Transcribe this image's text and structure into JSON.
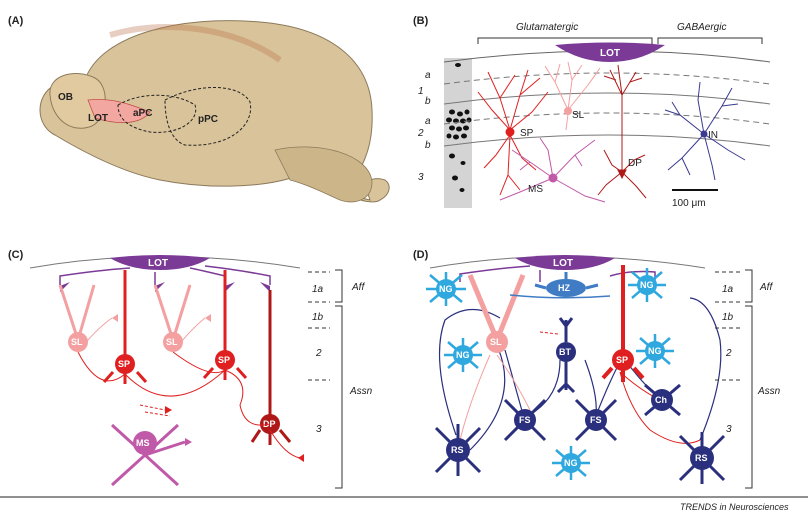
{
  "panels": {
    "a": {
      "label": "(A)",
      "regions": {
        "ob": "OB",
        "lot": "LOT",
        "apc": "aPC",
        "ppc": "pPC"
      }
    },
    "b": {
      "label": "(B)",
      "groups": {
        "glut": "Glutamatergic",
        "gaba": "GABAergic"
      },
      "lot": "LOT",
      "layers": {
        "l1a": "a",
        "l1": "1",
        "l1b": "b",
        "l2a": "a",
        "l2": "2",
        "l2b": "b",
        "l3": "3"
      },
      "cells": {
        "sp": "SP",
        "sl": "SL",
        "dp": "DP",
        "ms": "MS",
        "in": "IN"
      },
      "scalebar": "100 μm"
    },
    "c": {
      "label": "(C)",
      "lot": "LOT",
      "layers": {
        "l1a": "1a",
        "l1b": "1b",
        "l2": "2",
        "l3": "3"
      },
      "groups": {
        "aff": "Aff",
        "assn": "Assn"
      },
      "cells": {
        "sl1": "SL",
        "sp1": "SP",
        "sl2": "SL",
        "sp2": "SP",
        "dp": "DP",
        "ms": "MS"
      }
    },
    "d": {
      "label": "(D)",
      "lot": "LOT",
      "layers": {
        "l1a": "1a",
        "l1b": "1b",
        "l2": "2",
        "l3": "3"
      },
      "groups": {
        "aff": "Aff",
        "assn": "Assn"
      },
      "cells": {
        "ng1": "NG",
        "ng2": "NG",
        "ng3": "NG",
        "ng4": "NG",
        "ng5": "NG",
        "hz": "HZ",
        "sl": "SL",
        "bt": "BT",
        "sp": "SP",
        "ch": "Ch",
        "fs1": "FS",
        "fs2": "FS",
        "rs1": "RS",
        "rs2": "RS"
      }
    }
  },
  "footer": "TRENDS in Neurosciences",
  "colors": {
    "lot": "#7b3a96",
    "sp": "#e02020",
    "sl": "#f4a0a0",
    "dp": "#b01818",
    "ms": "#c05aa8",
    "in": "#3a3a90",
    "navy": "#2a2f7e",
    "cyan": "#2ea8de",
    "hz": "#3f7cc4"
  }
}
